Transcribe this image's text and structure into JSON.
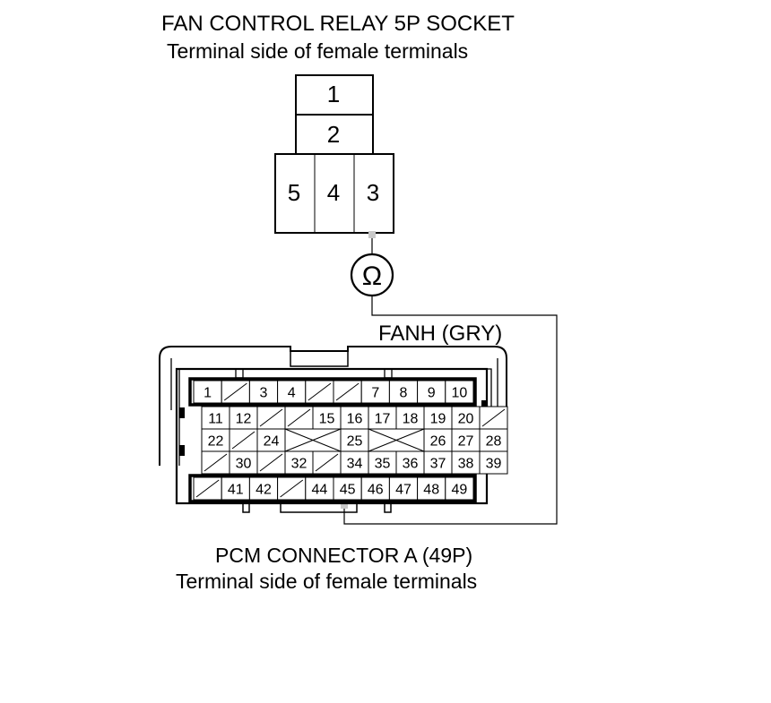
{
  "relay": {
    "title": "FAN CONTROL RELAY 5P SOCKET",
    "subtitle": "Terminal side of female terminals",
    "terminals": [
      "1",
      "2",
      "5",
      "4",
      "3"
    ]
  },
  "meter_symbol": "Ω",
  "wire_label": "FANH (GRY)",
  "pcm": {
    "title": "PCM CONNECTOR A (49P)",
    "subtitle": "Terminal side of female terminals",
    "rows": [
      [
        "1",
        "",
        "3",
        "4",
        "",
        "",
        "7",
        "8",
        "9",
        "10"
      ],
      [
        "11",
        "12",
        "",
        "",
        "15",
        "16",
        "17",
        "18",
        "19",
        "20",
        ""
      ],
      [
        "22",
        "",
        "24",
        "X",
        "X",
        "25",
        "X",
        "X",
        "26",
        "27",
        "28"
      ],
      [
        "",
        "30",
        "",
        "32",
        "",
        "34",
        "35",
        "36",
        "37",
        "38",
        "39"
      ],
      [
        "",
        "41",
        "42",
        "",
        "44",
        "45",
        "46",
        "47",
        "48",
        "49"
      ]
    ]
  }
}
